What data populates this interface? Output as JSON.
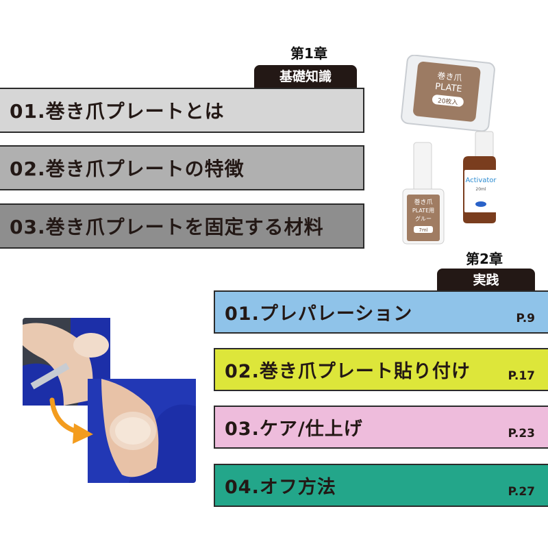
{
  "chapter1": {
    "title": "第1章",
    "tab": "基礎知識",
    "items": [
      {
        "label": "01.巻き爪プレートとは"
      },
      {
        "label": "02.巻き爪プレートの特徴"
      },
      {
        "label": "03.巻き爪プレートを固定する材料"
      }
    ]
  },
  "chapter2": {
    "title": "第2章",
    "tab": "実践",
    "items": [
      {
        "label": "01.プレパレーション",
        "page": "P.9",
        "color": "#8fc3e9"
      },
      {
        "label": "02.巻き爪プレート貼り付け",
        "page": "P.17",
        "color": "#dde63a"
      },
      {
        "label": "03.ケア/仕上げ",
        "page": "P.23",
        "color": "#eebcdc"
      },
      {
        "label": "04.オフ方法",
        "page": "P.27",
        "color": "#23a68a"
      }
    ]
  },
  "products": {
    "case": {
      "line1": "巻き爪",
      "line2": "PLATE",
      "count": "20枚入"
    },
    "glue": {
      "line1": "巻き爪",
      "line2": "PLATE用",
      "line3": "グルー",
      "volume": "7ml"
    },
    "activator": {
      "name": "Activator",
      "volume": "20ml"
    }
  },
  "colors": {
    "ch1_bar1": "#d6d6d6",
    "ch1_bar2": "#b0b0b0",
    "ch1_bar3": "#8e8e8e",
    "tab": "#231815",
    "arrow": "#f39c1e",
    "glove": "#1c2fa8"
  }
}
